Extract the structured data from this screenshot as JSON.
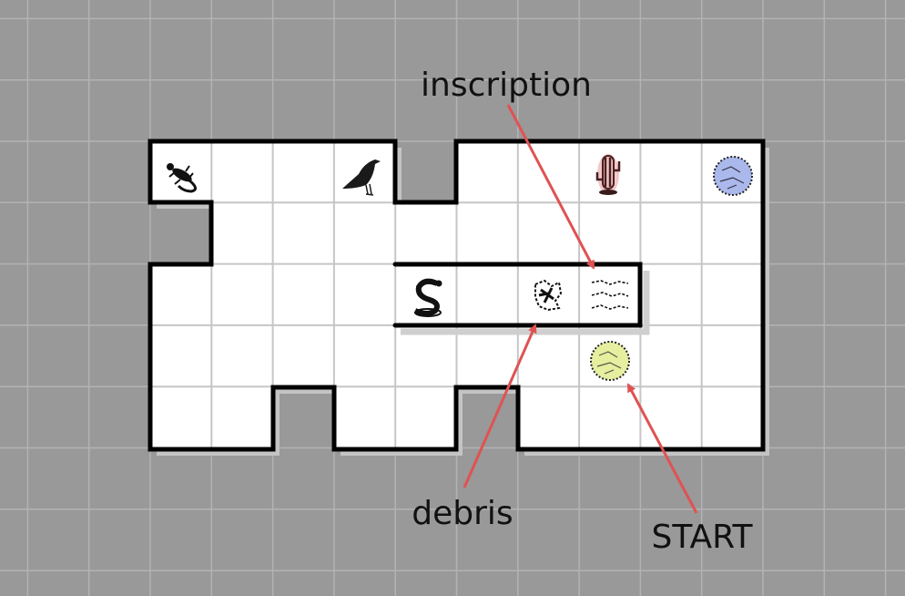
{
  "labels": {
    "inscription": "inscription",
    "debris": "debris",
    "start": "START"
  },
  "tokens": [
    {
      "name": "lizard",
      "icon": "lizard-icon"
    },
    {
      "name": "crow",
      "icon": "crow-icon"
    },
    {
      "name": "cactus",
      "icon": "cactus-icon"
    },
    {
      "name": "blue-portal",
      "icon": "blue-circle-icon"
    },
    {
      "name": "snake",
      "icon": "snake-icon"
    },
    {
      "name": "debris",
      "icon": "debris-icon"
    },
    {
      "name": "inscription",
      "icon": "inscription-icon"
    },
    {
      "name": "start",
      "icon": "yellow-circle-icon"
    }
  ],
  "colors": {
    "background": "#999999",
    "floor": "#ffffff",
    "wall": "#000000",
    "arrow": "#e05252",
    "blue_token": "#aab8ec",
    "yellow_token": "#e6eea0",
    "cactus": "#f2c8c8"
  }
}
